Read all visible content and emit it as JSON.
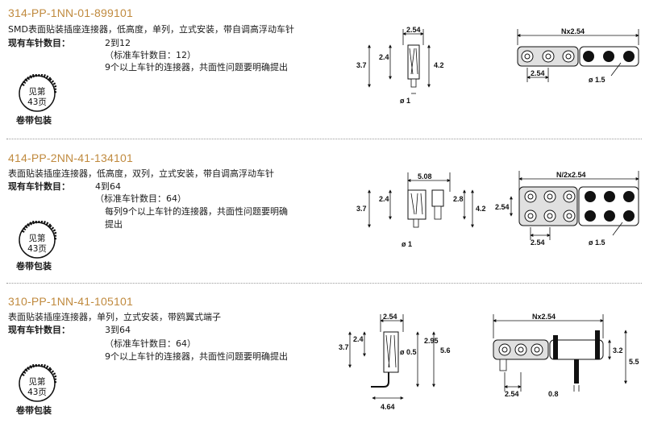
{
  "products": [
    {
      "part_number": "314-PP-1NN-01-899101",
      "description": "SMD表面贴装插座连接器，低高度，单列，立式安装，带自调高浮动车针",
      "pins_label": "现有车针数目：",
      "pins_range": "2到12",
      "pins_standard": "（标准车针数目：12）",
      "note": "9个以上车针的连接器，共面性问题要明确提出",
      "badge_line1": "见第",
      "badge_line2": "43页",
      "reel_label": "卷带包装",
      "side_dims": {
        "w": "2.54",
        "h1": "3.7",
        "h2": "2.4",
        "h3": "4.2",
        "dia": "ø 1"
      },
      "top_dims": {
        "span": "Nx2.54",
        "pitch": "2.54",
        "dia": "ø 1.5"
      }
    },
    {
      "part_number": "414-PP-2NN-41-134101",
      "description": "表面贴装插座连接器，低高度，双列，立式安装，带自调高浮动车针",
      "pins_label": "现有车针数目：",
      "pins_range": "4到64",
      "pins_standard": "（标准车针数目：64）",
      "note_line1": "每列9个以上车针的连接器，共面性问题要明确",
      "note_line2": "提出",
      "badge_line1": "见第",
      "badge_line2": "43页",
      "reel_label": "卷带包装",
      "side_dims": {
        "w": "5.08",
        "h1": "3.7",
        "h2": "2.4",
        "h3": "2.8",
        "h4": "4.2",
        "dia": "ø 1"
      },
      "top_dims": {
        "span": "N/2x2.54",
        "pitch": "2.54",
        "side": "2.54",
        "dia": "ø 1.5"
      }
    },
    {
      "part_number": "310-PP-1NN-41-105101",
      "description": "表面贴装插座连接器，单列，立式安装，带鸥翼式端子",
      "pins_label": "现有车针数目：",
      "pins_range": "3到64",
      "pins_standard": "（标准车针数目：64）",
      "note": "9个以上车针的连接器，共面性问题要明确提出",
      "badge_line1": "见第",
      "badge_line2": "43页",
      "reel_label": "卷带包装",
      "side_dims": {
        "w": "2.54",
        "h1": "3.7",
        "h2": "2.4",
        "h3": "2.95",
        "h4": "5.6",
        "dia": "ø 0.5",
        "foot": "4.64"
      },
      "top_dims": {
        "span": "Nx2.54",
        "pitch": "2.54",
        "h1": "3.2",
        "h2": "5.5",
        "pin": "0.8"
      }
    }
  ],
  "colors": {
    "part_number": "#c08a3e",
    "separator": "#9a9a9a"
  }
}
